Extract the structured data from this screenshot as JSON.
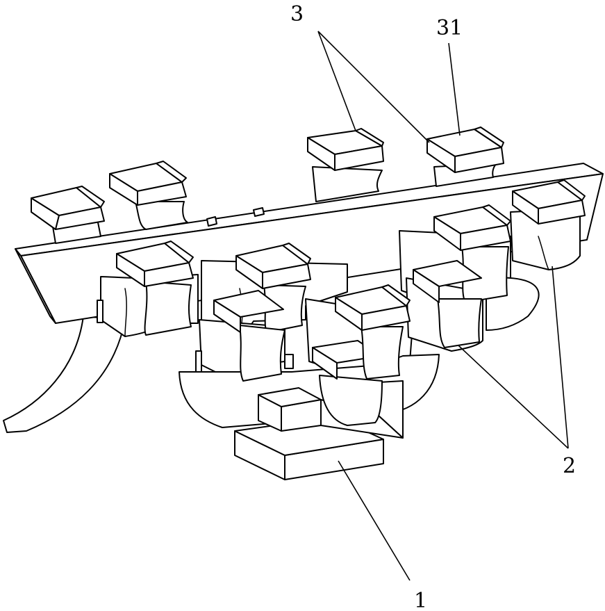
{
  "labels": {
    "l3": "3",
    "l31": "31",
    "l2": "2",
    "l1": "1"
  },
  "colors": {
    "line": "#000000",
    "fill": "#ffffff"
  }
}
